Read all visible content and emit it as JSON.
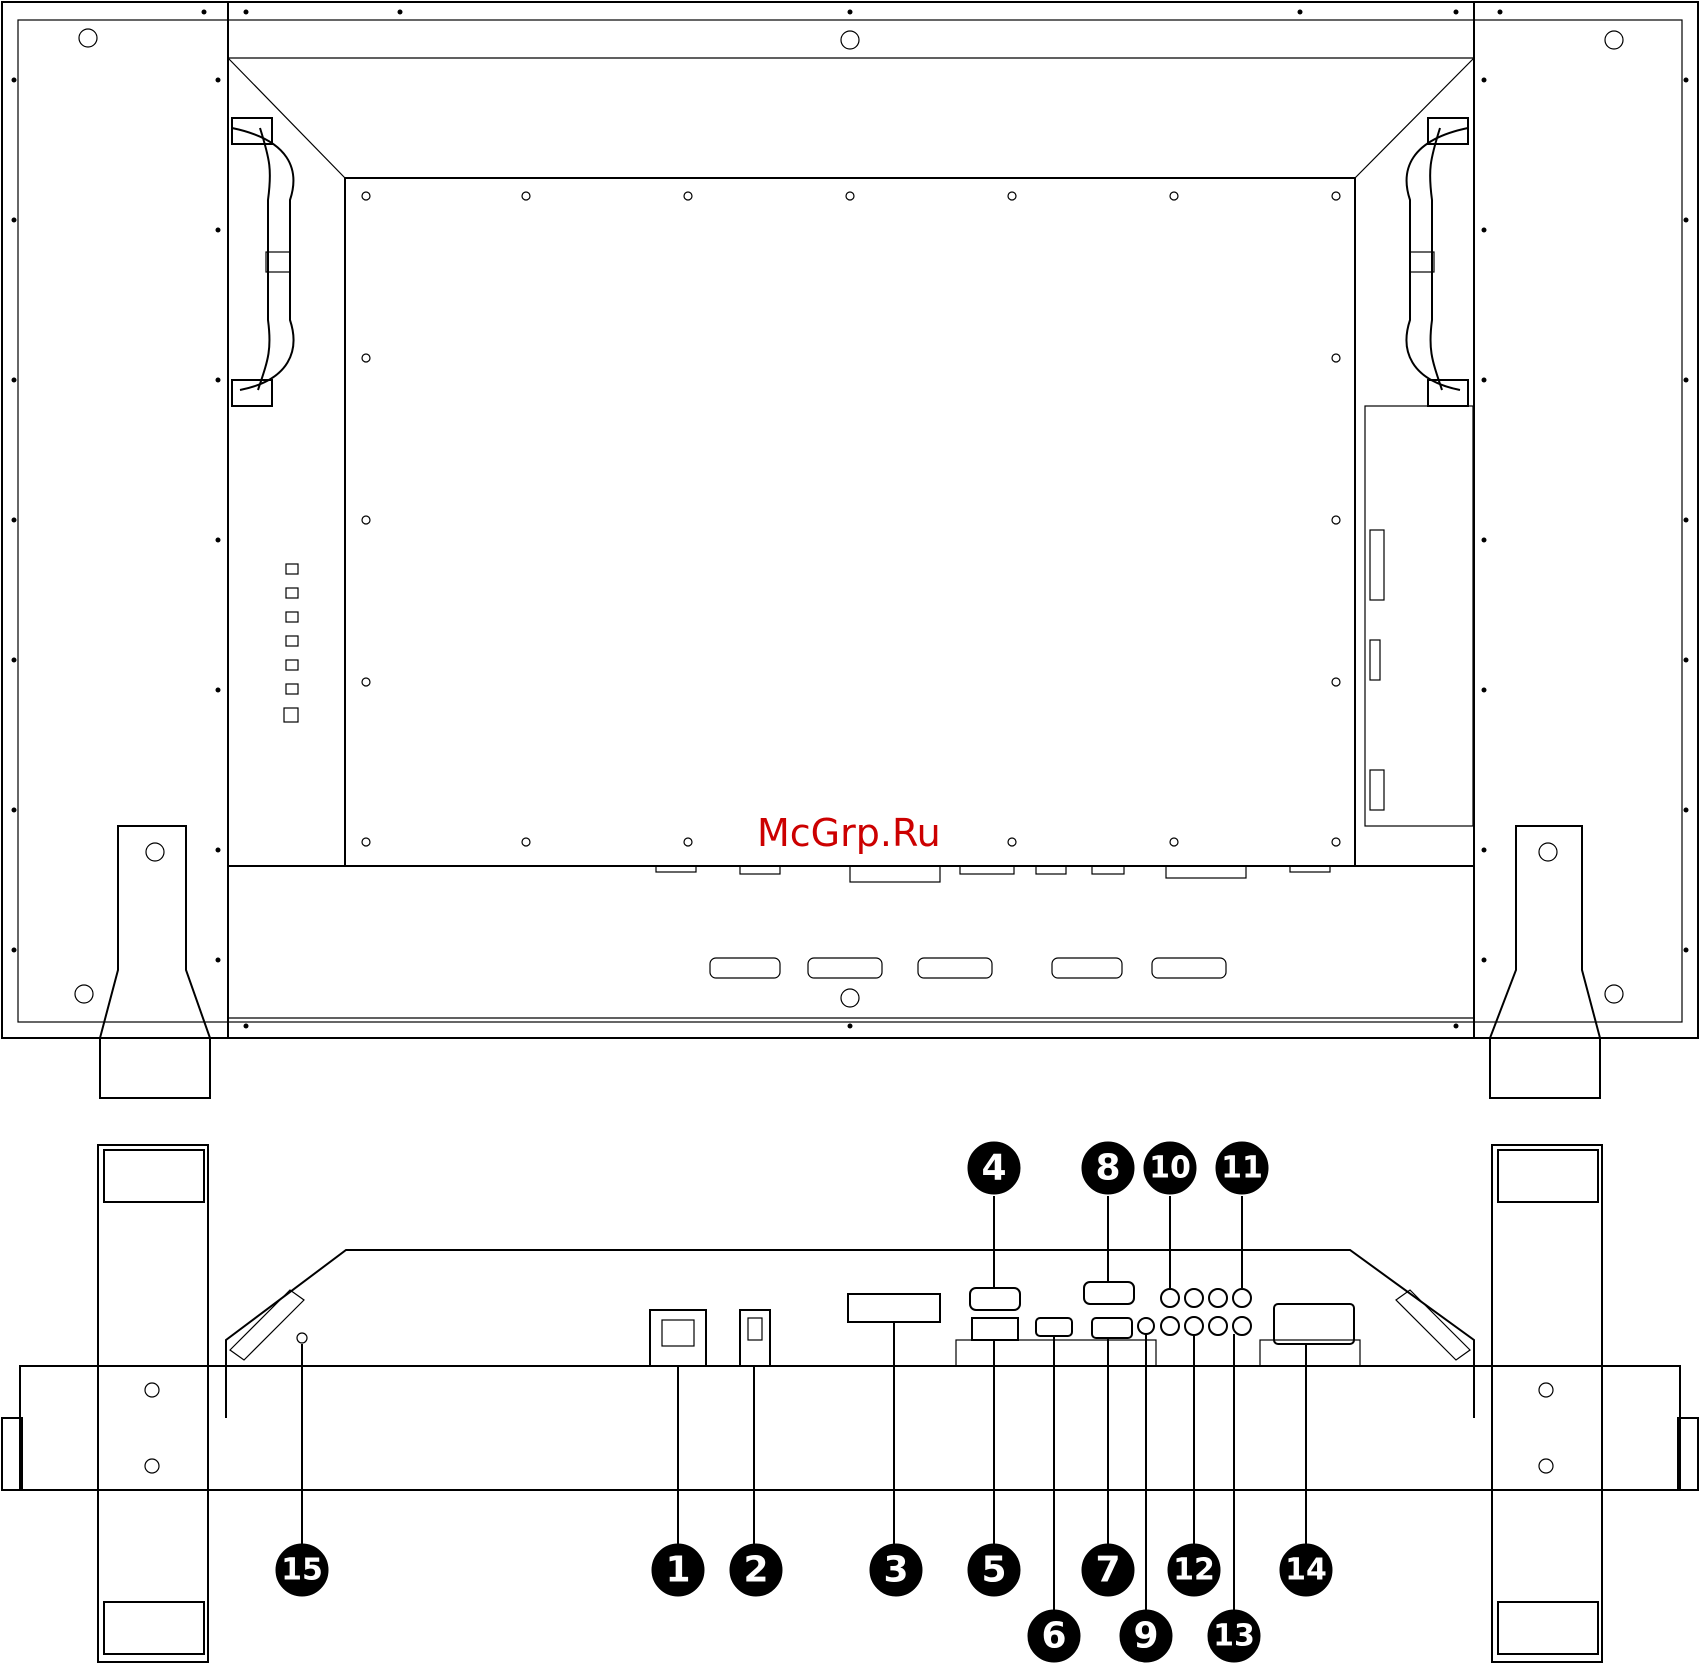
{
  "watermark": "McGrp.Ru",
  "callouts": [
    "1",
    "2",
    "3",
    "4",
    "5",
    "6",
    "7",
    "8",
    "9",
    "10",
    "11",
    "12",
    "13",
    "14",
    "15"
  ]
}
